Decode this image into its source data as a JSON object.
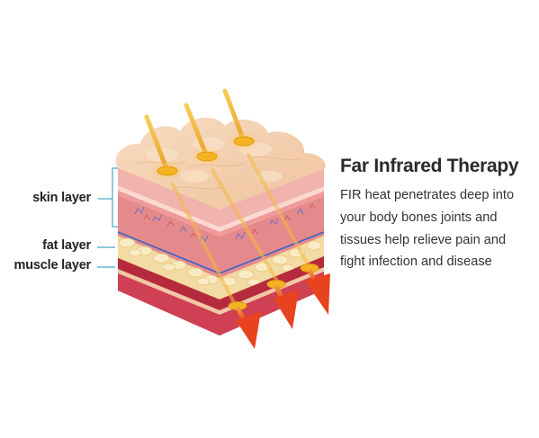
{
  "labels": {
    "skin": "skin layer",
    "fat": "fat layer",
    "muscle": "muscle layer"
  },
  "info": {
    "title": "Far Infrared Therapy",
    "lines": [
      "FIR heat penetrates deep into",
      "your body bones  joints  and",
      "tissues  help relieve pain and",
      "fight infection and disease"
    ]
  },
  "colors": {
    "leader": "#4aa8c8",
    "skin_top": "#f3cfae",
    "skin_layer": "#f2b2ae",
    "dermis": "#e98b8b",
    "fat": "#f6e2b0",
    "muscle": "#c9364b",
    "ray_in": "#f1b634",
    "ray_out": "#e8431e"
  }
}
